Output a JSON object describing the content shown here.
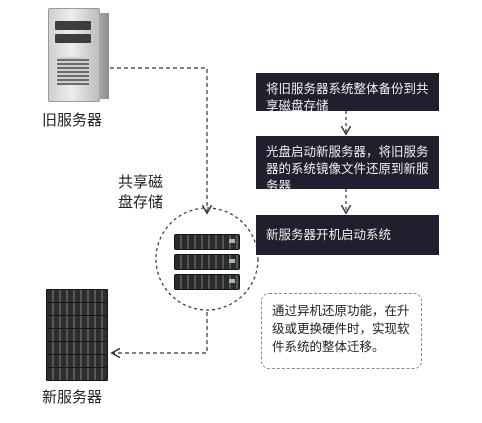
{
  "old_server": {
    "label": "旧服务器"
  },
  "new_server": {
    "label": "新服务器"
  },
  "shared_storage": {
    "label_line1": "共享磁",
    "label_line2": "盘存储"
  },
  "steps": [
    {
      "text": "将旧服务器系统整体备份到共享磁盘存储"
    },
    {
      "text": "光盘启动新服务器，将旧服务器的系统镜像文件还原到新服务器"
    },
    {
      "text": "新服务器开机启动系统"
    }
  ],
  "note": {
    "text": "通过异机还原功能，在升级或更换硬件时，实现软件系统的整体迁移。"
  }
}
